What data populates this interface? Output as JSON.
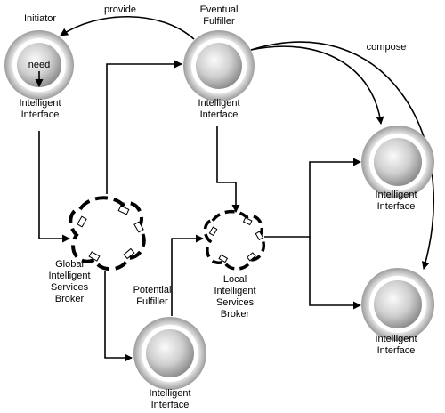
{
  "labels": {
    "initiator": "Initiator",
    "need": "need",
    "initiator_ii": [
      "Intelligent",
      "Interface"
    ],
    "provide": "provide",
    "eventual_fulfiller": [
      "Eventual",
      "Fulfiller"
    ],
    "eventual_ii": [
      "Intelligent",
      "Interface"
    ],
    "compose": "compose",
    "global_broker": [
      "Global",
      "Intelligent",
      "Services",
      "Broker"
    ],
    "potential_fulfiller": [
      "Potential",
      "Fulfiller"
    ],
    "potential_ii": [
      "Intelligent",
      "Interface"
    ],
    "local_broker": [
      "Local",
      "Intelligent",
      "Services",
      "Broker"
    ],
    "right_top_ii": [
      "Intelligent",
      "Interface"
    ],
    "right_bottom_ii": [
      "Intelligent",
      "Interface"
    ]
  },
  "colors": {
    "outer_ring": "#bdbdbd",
    "inner_ring": "#ffffff",
    "sphere_light": "#f2f2f2",
    "sphere_dark": "#8a8a8a",
    "line": "#000000"
  }
}
